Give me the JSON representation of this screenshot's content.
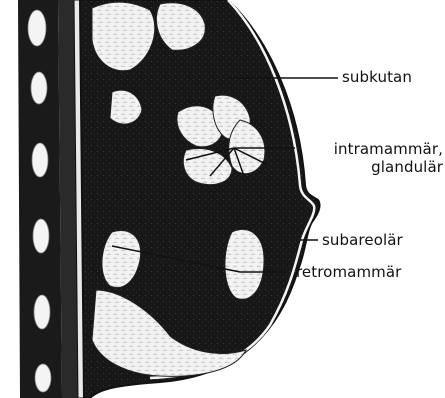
{
  "labels": {
    "subkutan": "subkutan",
    "intramammar_line1": "intramammär,",
    "intramammar_line2": "glandulär",
    "subareolar": "subareolär",
    "retromammar": "retromammär"
  },
  "colors": {
    "ink": "#111111",
    "fat": "#f2f2f2",
    "tissue": "#161616",
    "background": "#ffffff"
  }
}
